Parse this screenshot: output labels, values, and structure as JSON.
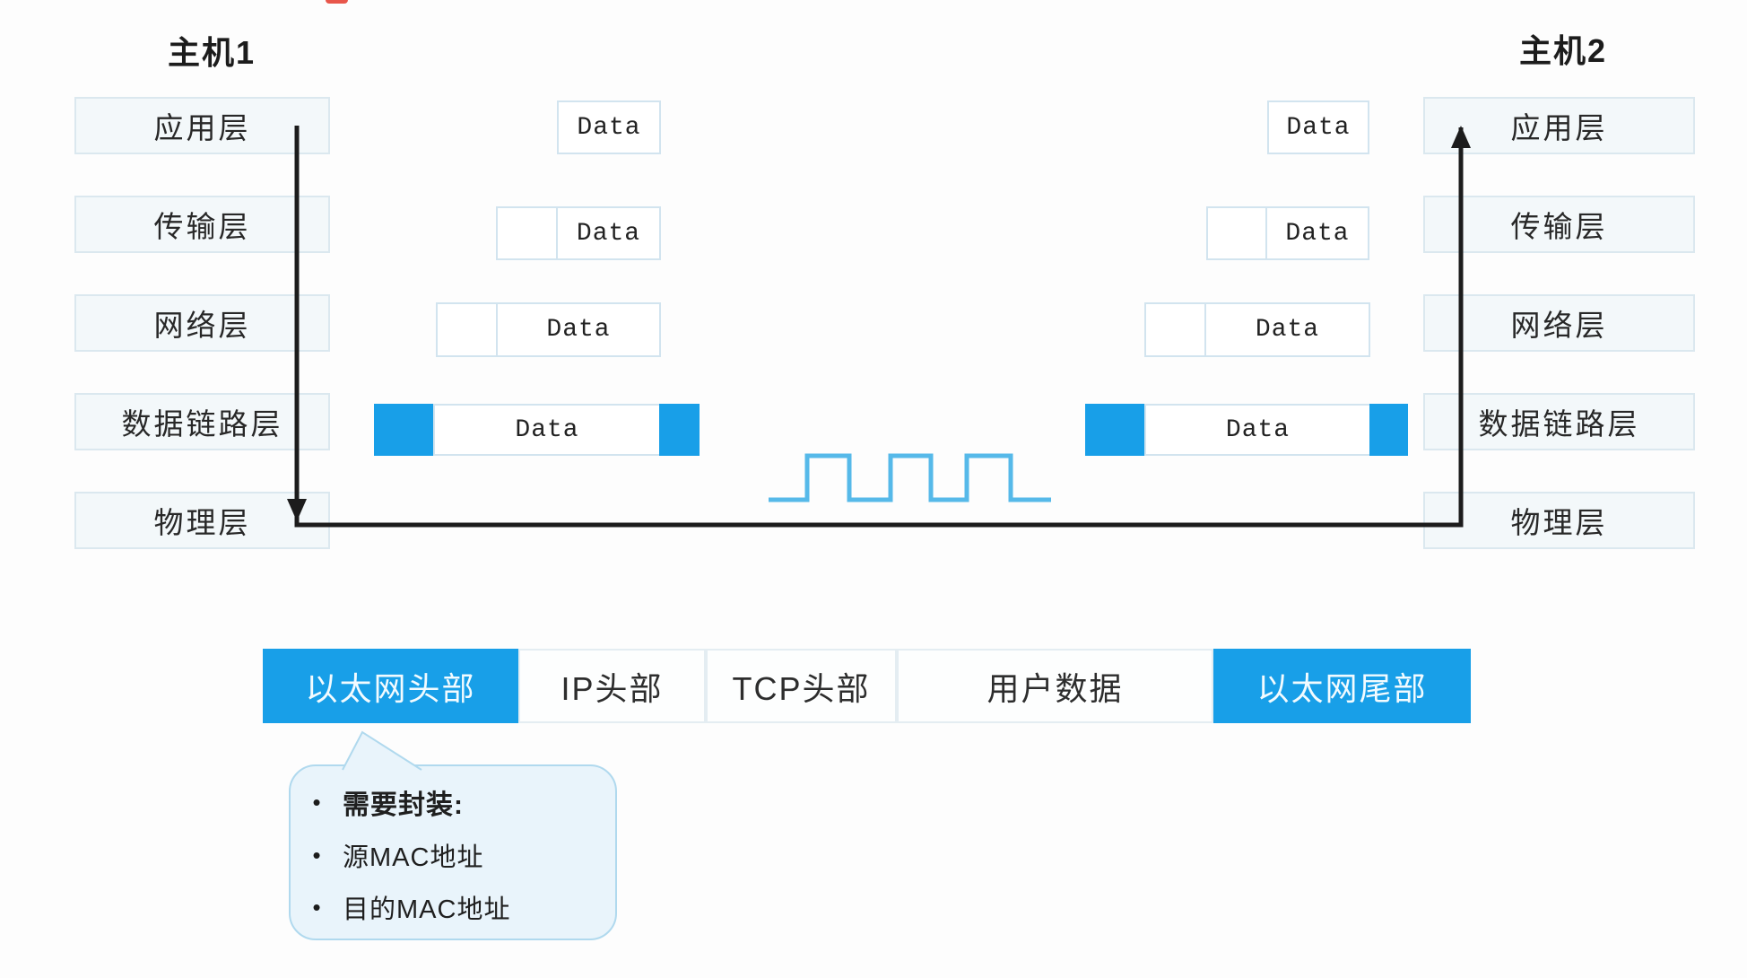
{
  "hosts": {
    "left": {
      "title": "主机1",
      "layers": [
        "应用层",
        "传输层",
        "网络层",
        "数据链路层",
        "物理层"
      ]
    },
    "right": {
      "title": "主机2",
      "layers": [
        "应用层",
        "传输层",
        "网络层",
        "数据链路层",
        "物理层"
      ]
    }
  },
  "payload_label": "Data",
  "frame_bar": {
    "segments": [
      {
        "label": "以太网头部",
        "highlight": true
      },
      {
        "label": "IP头部",
        "highlight": false
      },
      {
        "label": "TCP头部",
        "highlight": false
      },
      {
        "label": "用户数据",
        "highlight": false
      },
      {
        "label": "以太网尾部",
        "highlight": true
      }
    ]
  },
  "callout": {
    "items": [
      {
        "text": "需要封装:",
        "bold": true
      },
      {
        "text": "源MAC地址",
        "bold": false
      },
      {
        "text": "目的MAC地址",
        "bold": false
      }
    ]
  },
  "colors": {
    "accent_blue": "#189fe8",
    "wave_blue": "#56b9e9",
    "layer_box_fill": "#f3f8fa",
    "layer_box_border": "#dbe8ef",
    "bubble_fill": "#e9f4fb",
    "bubble_border": "#b0d9ee",
    "arrow_black": "#1c1c1c",
    "red_artifact": "#e8564b"
  }
}
